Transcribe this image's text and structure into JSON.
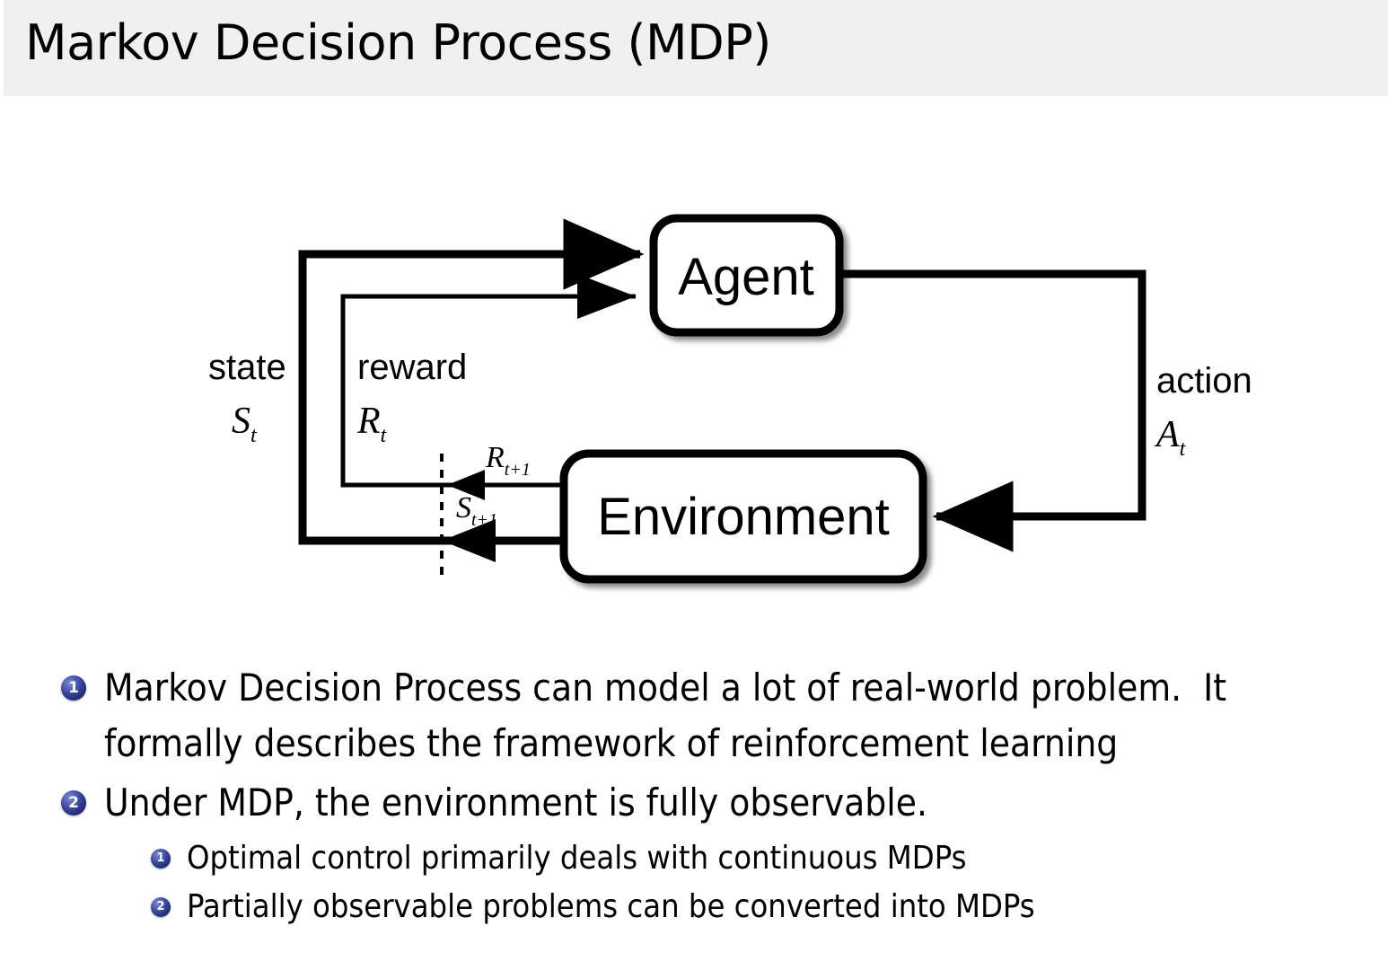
{
  "slide": {
    "title": "Markov Decision Process (MDP)",
    "header_bg": "#f0f0f0",
    "background": "#ffffff",
    "bullet_color": "#2a3080"
  },
  "diagram": {
    "type": "agent-environment-loop",
    "nodes": [
      {
        "id": "agent",
        "label": "Agent"
      },
      {
        "id": "environment",
        "label": "Environment"
      }
    ],
    "edge_labels": {
      "state_word": "state",
      "state_symbol": "S",
      "state_subscript": "t",
      "reward_word": "reward",
      "reward_symbol": "R",
      "reward_subscript": "t",
      "action_word": "action",
      "action_symbol": "A",
      "action_subscript": "t",
      "next_reward_symbol": "R",
      "next_reward_subscript": "t+1",
      "next_state_symbol": "S",
      "next_state_subscript": "t+1"
    }
  },
  "bullets": [
    {
      "number": "1",
      "level": 1,
      "lines": [
        "Markov Decision Process can model a lot of real-world problem.  It",
        "formally describes the framework of reinforcement learning"
      ]
    },
    {
      "number": "2",
      "level": 1,
      "lines": [
        "Under MDP, the environment is fully observable."
      ]
    },
    {
      "number": "1",
      "level": 2,
      "lines": [
        "Optimal control primarily deals with continuous MDPs"
      ]
    },
    {
      "number": "2",
      "level": 2,
      "lines": [
        "Partially observable problems can be converted into MDPs"
      ]
    }
  ]
}
